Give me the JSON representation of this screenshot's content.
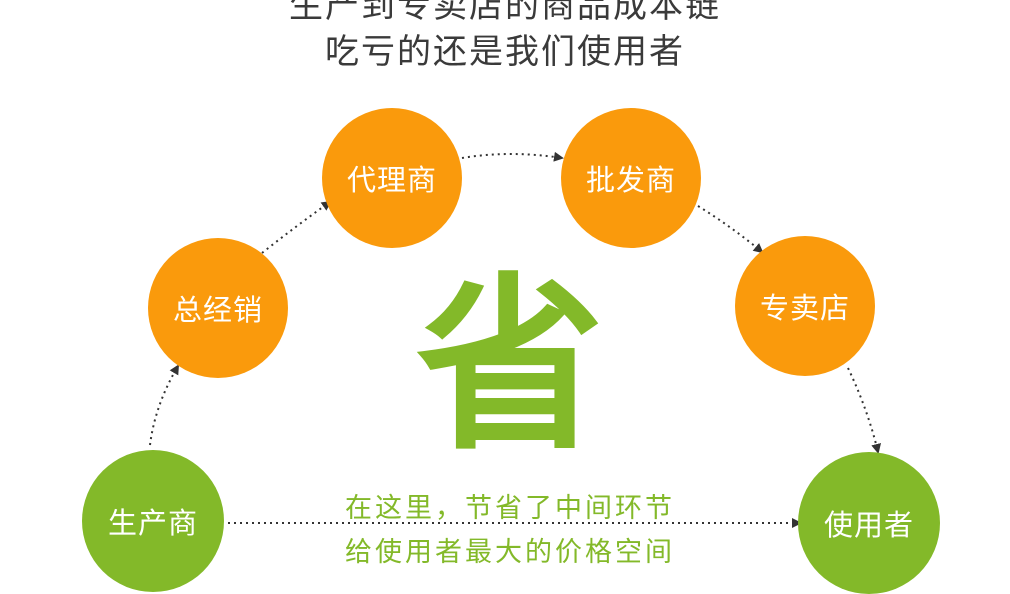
{
  "heading": {
    "line1": "生产到专卖店的商品成本链",
    "line2": "吃亏的还是我们使用者"
  },
  "nodes": {
    "producer": "生产商",
    "distributor": "总经销",
    "agent": "代理商",
    "wholesaler": "批发商",
    "store": "专卖店",
    "consumer": "使用者"
  },
  "center": {
    "big_char": "省",
    "slogan_line1": "在这里，节省了中间环节",
    "slogan_line2": "给使用者最大的价格空间"
  },
  "colors": {
    "orange": "#fa9a0c",
    "green": "#83b929",
    "heading_text": "#3a3a3a",
    "arrow": "#333333"
  }
}
